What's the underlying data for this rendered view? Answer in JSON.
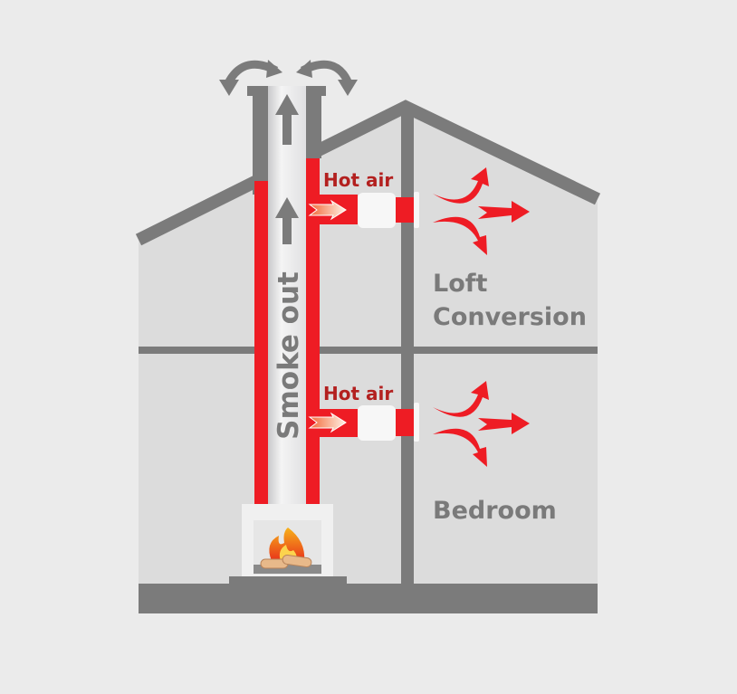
{
  "labels": {
    "smoke_out": "Smoke out",
    "hot_air_upper": "Hot air",
    "hot_air_lower": "Hot air",
    "loft_line1": "Loft",
    "loft_line2": "Conversion",
    "bedroom": "Bedroom"
  },
  "colors": {
    "background": "#ebebeb",
    "interior": "#dcdcdc",
    "structure": "#7b7b7b",
    "duct_red": "#ee1c24",
    "hot_air_text": "#b3201f",
    "room_text": "#7a7a7a"
  }
}
